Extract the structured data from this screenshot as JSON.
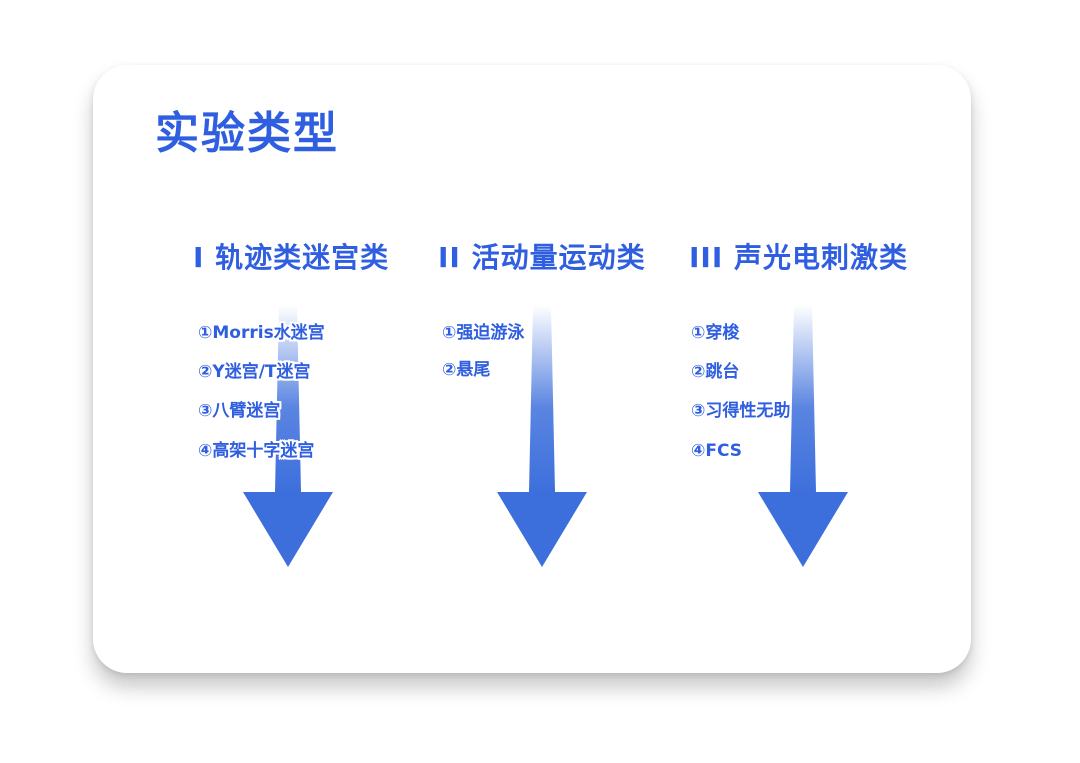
{
  "title": "实验类型",
  "accent_color": "#2f5fe0",
  "arrow_color": "#3d6fdc",
  "columns": [
    {
      "heading": "I 轨迹类迷宫类",
      "items": [
        "①Morris水迷宫",
        "②Y迷宫/T迷宫",
        "③八臂迷宫",
        "④高架十字迷宫"
      ]
    },
    {
      "heading": "II 活动量运动类",
      "items": [
        "①强迫游泳",
        "②悬尾"
      ]
    },
    {
      "heading": "III 声光电刺激类",
      "items": [
        "①穿梭",
        "②跳台",
        "③习得性无助",
        "④FCS"
      ]
    }
  ]
}
